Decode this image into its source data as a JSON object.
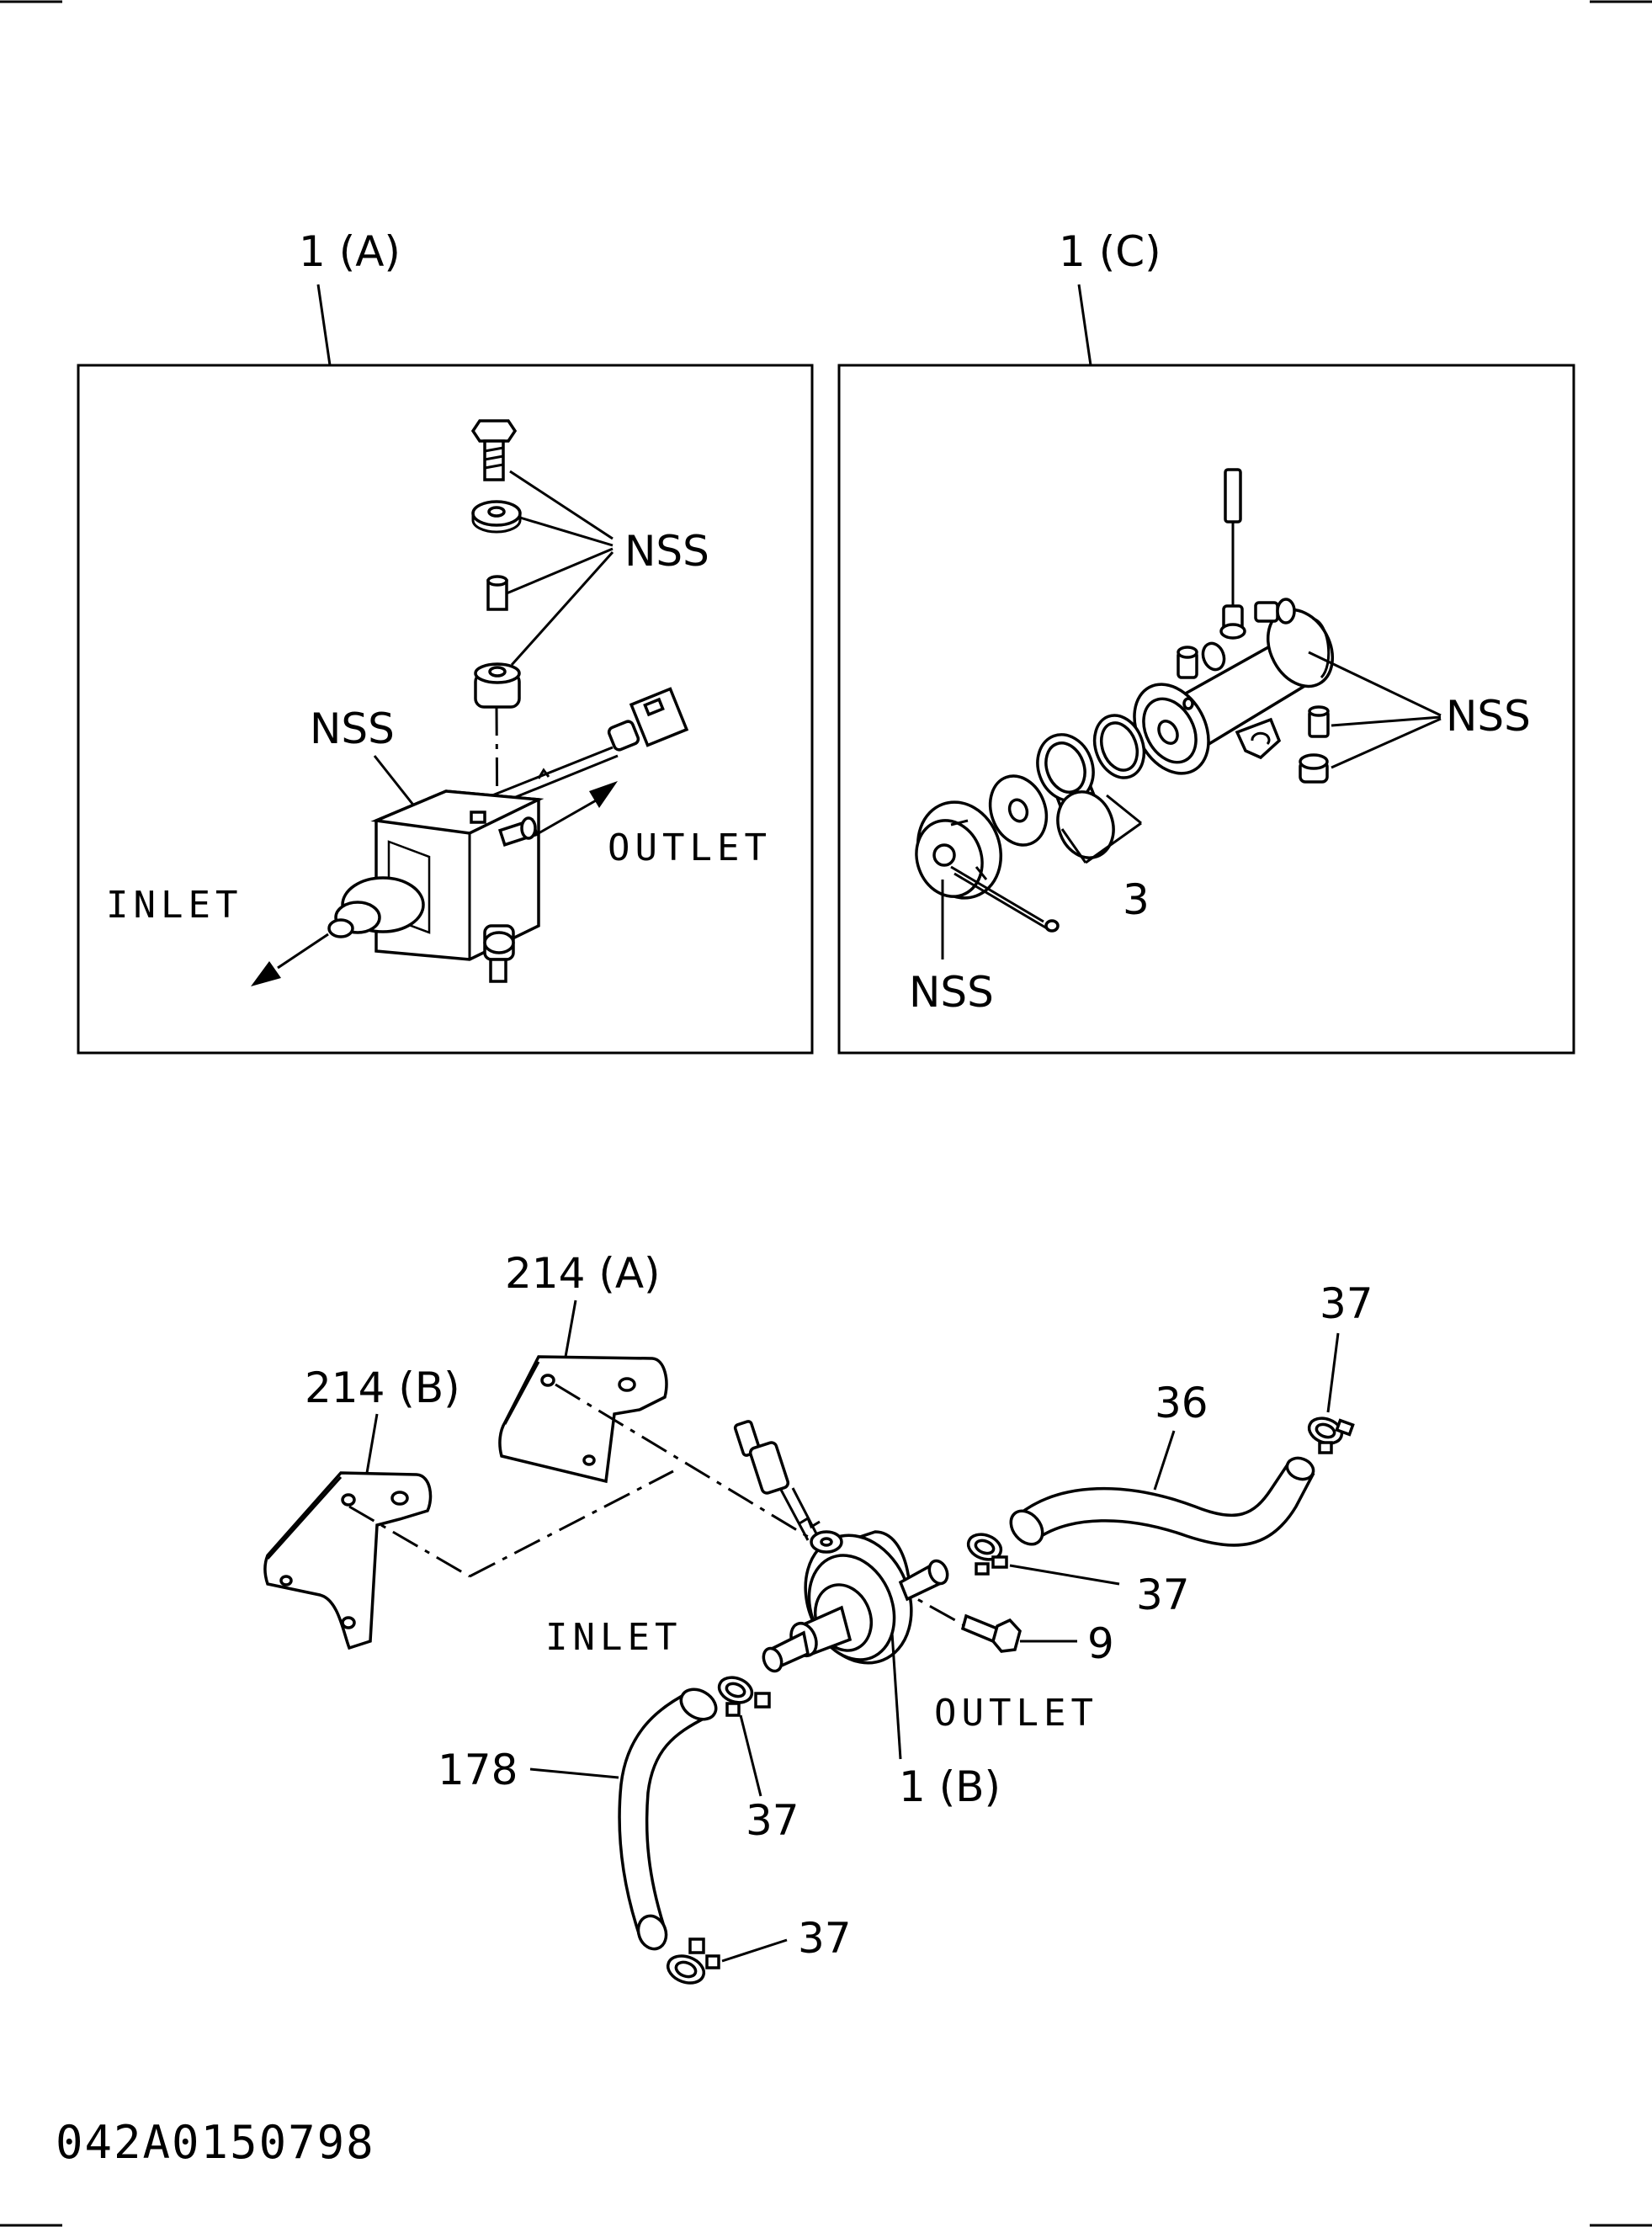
{
  "doc_number": "042A0150798",
  "panels": {
    "a": {
      "callout": "1 (A)",
      "nss_top": "NSS",
      "nss_body": "NSS",
      "outlet": "OUTLET",
      "inlet": "INLET"
    },
    "c": {
      "callout": "1 (C)",
      "nss_right": "NSS",
      "nss_bottom": "NSS",
      "part_3": "3"
    }
  },
  "assembly": {
    "bracket_a": "214 (A)",
    "bracket_b": "214 (B)",
    "clamp_top_right": "37",
    "hose_36": "36",
    "clamp_middle": "37",
    "bolt_9": "9",
    "pump_1b": "1 (B)",
    "hose_178": "178",
    "clamp_lower_left": "37",
    "clamp_bottom": "37",
    "inlet": "INLET",
    "outlet": "OUTLET"
  }
}
